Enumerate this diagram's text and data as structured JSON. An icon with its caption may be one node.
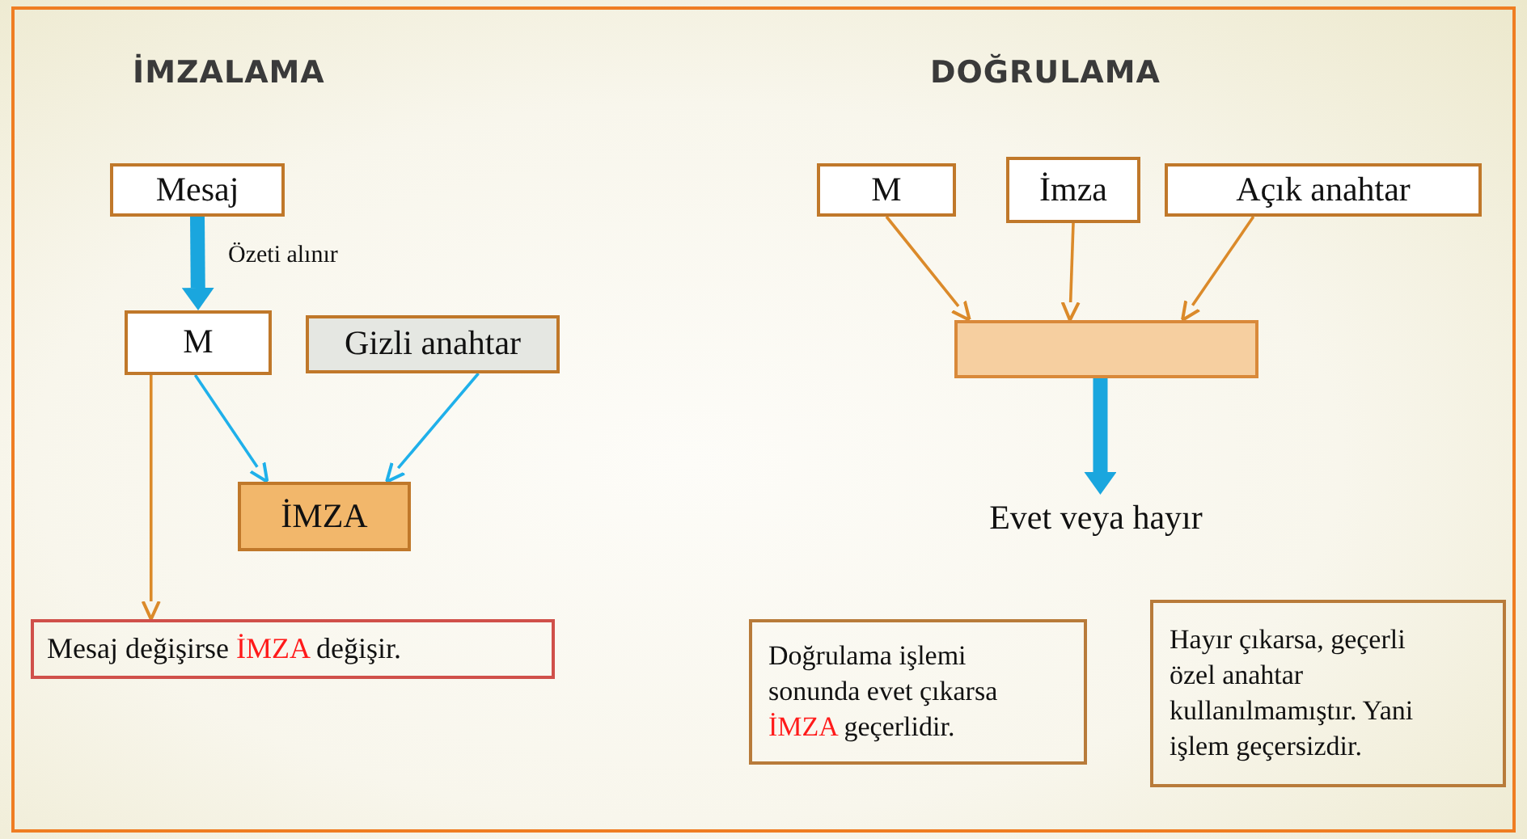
{
  "diagram": {
    "nodes": [
      {
        "text": [
          "Mesaj"
        ]
      },
      {
        "text": [
          "M"
        ]
      },
      {
        "text": [
          "Gizli anahtar"
        ]
      },
      {
        "text": [
          "İMZA"
        ]
      },
      {
        "text": [
          "Mesaj değişirse **İMZA** değişir."
        ]
      },
      {
        "text": [
          "M"
        ]
      },
      {
        "text": [
          "İmza"
        ]
      },
      {
        "text": [
          "Açık anahtar"
        ]
      },
      {
        "text": [],
        "shape": "box"
      },
      {
        "text": [
          "Evet veya hayır"
        ]
      },
      {
        "text": [
          "Doğrulama işlemi sonunda evet çıkarsa **İMZA** geçerlidir."
        ]
      },
      {
        "text": [
          "Hayır çıkarsa, geçerli özel anahtar kullanılmamıştır. Yani işlem geçersizdir."
        ]
      }
    ],
    "edges": [
      {
        "from": 0,
        "to": 1,
        "arrow": "to",
        "label": "Özeti alınır",
        "style": "thick",
        "color": "#1aa6de"
      },
      {
        "from": 1,
        "to": 3,
        "arrow": "to",
        "color": "#1fb0ea"
      },
      {
        "from": 2,
        "to": 3,
        "arrow": "to",
        "color": "#1fb0ea"
      },
      {
        "from": 1,
        "to": 4,
        "arrow": "to"
      },
      {
        "from": 5,
        "to": 8,
        "arrow": "to"
      },
      {
        "from": 6,
        "to": 8,
        "arrow": "to"
      },
      {
        "from": 7,
        "to": 8,
        "arrow": "to"
      },
      {
        "from": 8,
        "to": 9,
        "arrow": "to",
        "style": "thick",
        "color": "#1aa6de"
      }
    ],
    "labels": [
      "İMZALAMA",
      "DOĞRULAMA"
    ]
  }
}
